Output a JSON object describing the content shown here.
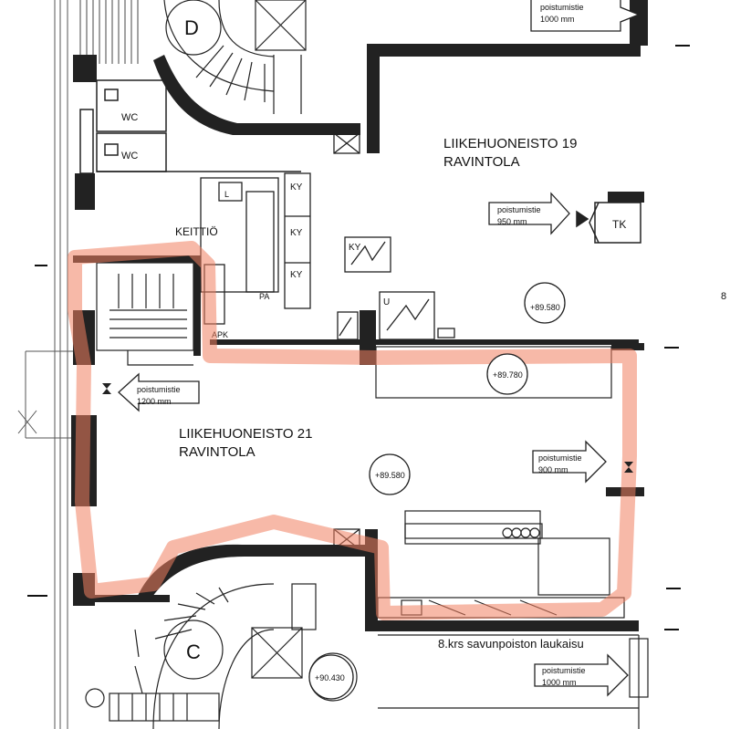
{
  "rooms": {
    "upper_premises": {
      "line1": "LIIKEHUONEISTO 19",
      "line2": "RAVINTOLA"
    },
    "lower_premises": {
      "line1": "LIIKEHUONEISTO 21",
      "line2": "RAVINTOLA"
    },
    "kitchen": "KEITTIÖ",
    "wc_top": "WC",
    "wc_bottom": "WC",
    "stair_top": "D",
    "stair_bottom": "C"
  },
  "exits": {
    "top_right": {
      "title": "poistumistie",
      "width": "1000 mm"
    },
    "upper_right": {
      "title": "poistumistie",
      "width": "950 mm"
    },
    "left": {
      "title": "poistumistie",
      "width": "1200 mm"
    },
    "lower_right": {
      "title": "poistumistie",
      "width": "900 mm"
    },
    "bottom_right": {
      "title": "poistumistie",
      "width": "1000 mm"
    }
  },
  "levels": {
    "upper_room": "+89.580",
    "corridor": "+89.780",
    "lower_room": "+89.580",
    "bottom_stair": "+90.430"
  },
  "equipment": {
    "ky": "KY",
    "tk": "TK",
    "l": "L",
    "pa": "PA",
    "apk": "APK",
    "u": "U"
  },
  "smoke_note": "8.krs savunpoiston laukaisu",
  "edge_mark": "8"
}
